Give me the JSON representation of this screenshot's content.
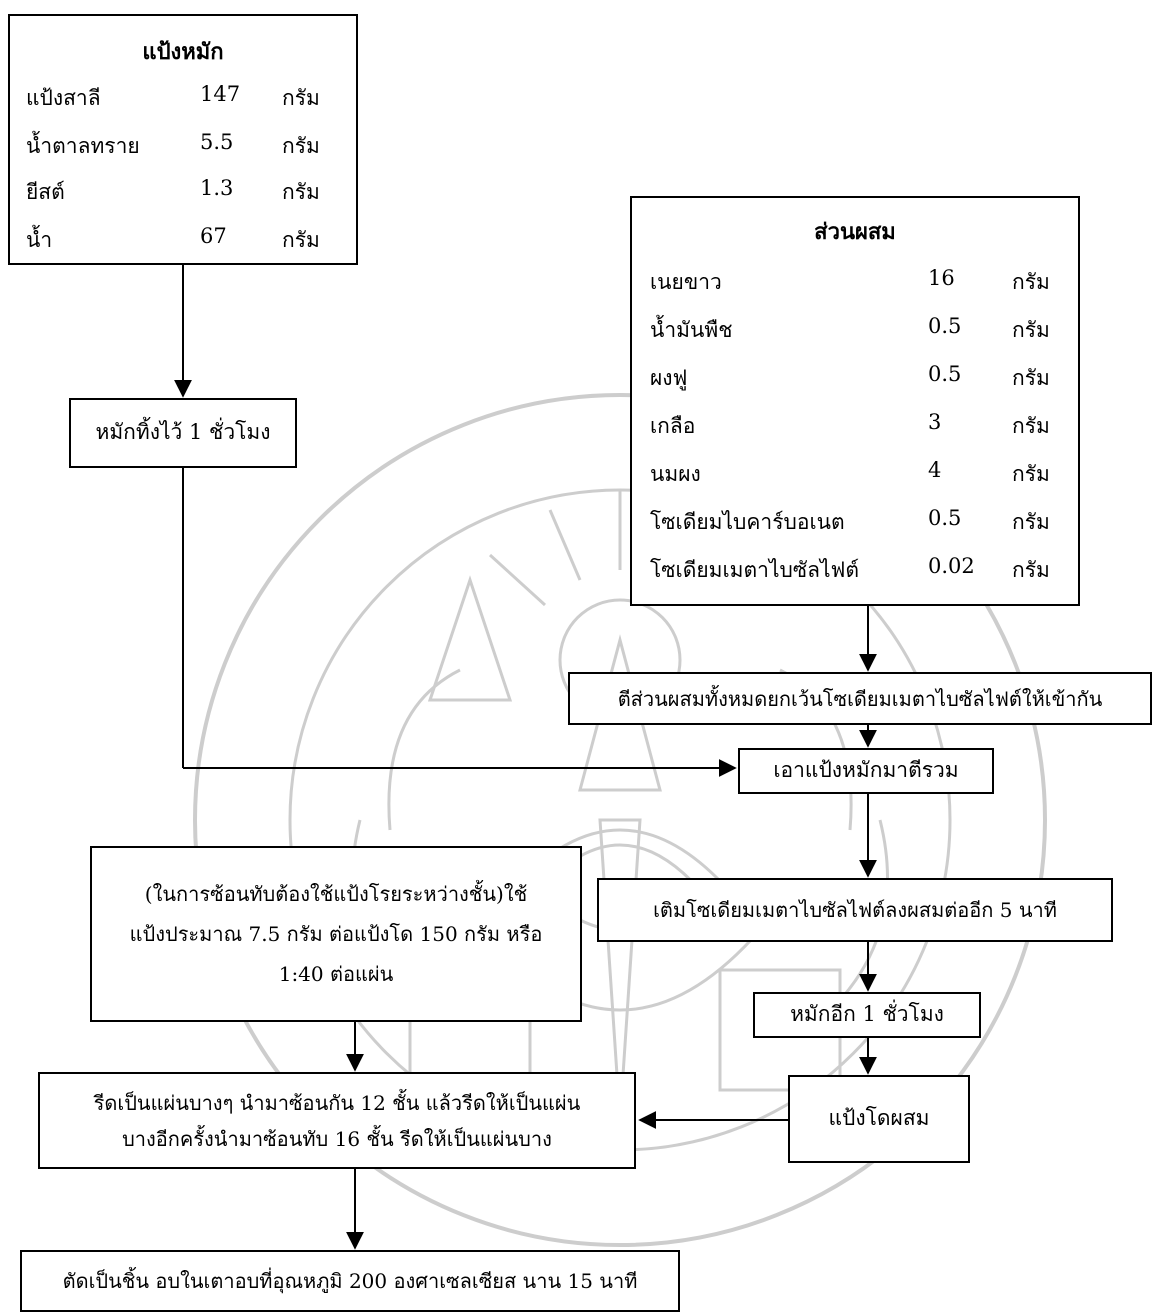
{
  "dough_box": {
    "title": "แป้งหมัก",
    "items": [
      {
        "name": "แป้งสาลี",
        "amount": "147",
        "unit": "กรัม"
      },
      {
        "name": "น้ำตาลทราย",
        "amount": "5.5",
        "unit": "กรัม"
      },
      {
        "name": "ยีสต์",
        "amount": "1.3",
        "unit": "กรัม"
      },
      {
        "name": "น้ำ",
        "amount": "67",
        "unit": "กรัม"
      }
    ]
  },
  "mix_box": {
    "title": "ส่วนผสม",
    "items": [
      {
        "name": "เนยขาว",
        "amount": "16",
        "unit": "กรัม"
      },
      {
        "name": "น้ำมันพืช",
        "amount": "0.5",
        "unit": "กรัม"
      },
      {
        "name": "ผงฟู",
        "amount": "0.5",
        "unit": "กรัม"
      },
      {
        "name": "เกลือ",
        "amount": "3",
        "unit": "กรัม"
      },
      {
        "name": "นมผง",
        "amount": "4",
        "unit": "กรัม"
      },
      {
        "name": "โซเดียมไบคาร์บอเนต",
        "amount": "0.5",
        "unit": "กรัม"
      },
      {
        "name": "โซเดียมเมตาไบซัลไฟต์",
        "amount": "0.02",
        "unit": "กรัม"
      }
    ]
  },
  "steps": {
    "ferment": "หมักทิ้งไว้ 1 ชั่วโมง",
    "beat": "ตีส่วนผสมทั้งหมดยกเว้นโซเดียมเมตาไบซัลไฟต์ให้เข้ากัน",
    "combine": "เอาแป้งหมักมาตีรวม",
    "add_sms": "เติมโซเดียมเมตาไบซัลไฟต์ลงผสมต่ออีก 5 นาที",
    "ferment2": "หมักอีก 1 ชั่วโมง",
    "mixed_dough": "แป้งโดผสม",
    "note": [
      "(ในการซ้อนทับต้องใช้แป้งโรยระหว่างชั้น)ใช้",
      "แป้งประมาณ 7.5 กรัม ต่อแป้งโด 150 กรัม  หรือ",
      "1:40 ต่อแผ่น"
    ],
    "roll": [
      "รีดเป็นแผ่นบางๆ นำมาซ้อนกัน 12 ชั้น  แล้วรีดให้เป็นแผ่น",
      "บางอีกครั้งนำมาซ้อนทับ 16 ชั้น รีดให้เป็นแผ่นบาง"
    ],
    "bake": "ตัดเป็นชิ้น อบในเตาอบที่อุณหภูมิ 200 องศาเซลเซียส นาน 15 นาที"
  },
  "colors": {
    "line": "#000000",
    "watermark": "#c9c9c9"
  }
}
